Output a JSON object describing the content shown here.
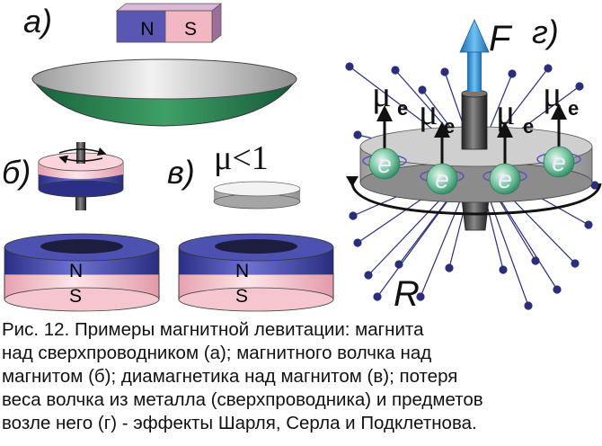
{
  "panels": {
    "a": {
      "label": "а)",
      "magnet_n": "N",
      "magnet_s": "S"
    },
    "b": {
      "label": "б)"
    },
    "v": {
      "label": "в)",
      "mu": "μ<1"
    },
    "g": {
      "label": "г)",
      "force": "F",
      "radius": "R",
      "mu_sym": "μ",
      "mu_sub": "e",
      "electron": "e"
    },
    "magnet_left": {
      "n": "N",
      "s": "S"
    },
    "magnet_right": {
      "n": "N",
      "s": "S"
    }
  },
  "caption": {
    "line1": "Рис. 12. Примеры магнитной левитации: магнита",
    "line2": "над сверхпроводником (а); магнитного волчка над",
    "line3": "магнитом (б); диамагнетика над магнитом (в); потеря",
    "line4": "веса волчка из металла (сверхпроводника) и предметов",
    "line5": "возле него (г) - эффекты Шарля, Серла и Подклетнова."
  },
  "colors": {
    "north_blue": "#3a3f9c",
    "south_pink": "#f2b8c2",
    "bowl_green": "#2f8a54",
    "arrow_blue": "#2f8fd6",
    "electron_green": "#4aa88a"
  }
}
